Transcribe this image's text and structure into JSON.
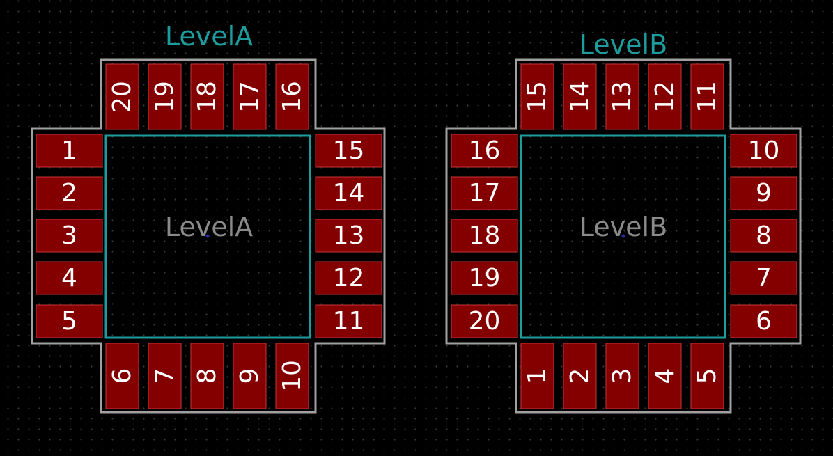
{
  "colors": {
    "background": "#000000",
    "grid_dot": "#3a3a3a",
    "pad_fill": "#840000",
    "pad_outline": "#c83434",
    "courtyard": "#a0a0a0",
    "silkscreen": "#1c9c9c",
    "reference_text": "#1c9c9c",
    "value_text": "#8a8a8a",
    "pad_number": "#ffffff"
  },
  "footprints": [
    {
      "reference": "LevelA",
      "value": "LevelA",
      "pads": {
        "left": [
          "1",
          "2",
          "3",
          "4",
          "5"
        ],
        "bottom": [
          "6",
          "7",
          "8",
          "9",
          "10"
        ],
        "right": [
          "11",
          "12",
          "13",
          "14",
          "15"
        ],
        "top": [
          "16",
          "17",
          "18",
          "19",
          "20"
        ]
      }
    },
    {
      "reference": "LevelB",
      "value": "LevelB",
      "pads": {
        "bottom": [
          "1",
          "2",
          "3",
          "4",
          "5"
        ],
        "right": [
          "6",
          "7",
          "8",
          "9",
          "10"
        ],
        "top": [
          "11",
          "12",
          "13",
          "14",
          "15"
        ],
        "left": [
          "16",
          "17",
          "18",
          "19",
          "20"
        ]
      }
    }
  ]
}
